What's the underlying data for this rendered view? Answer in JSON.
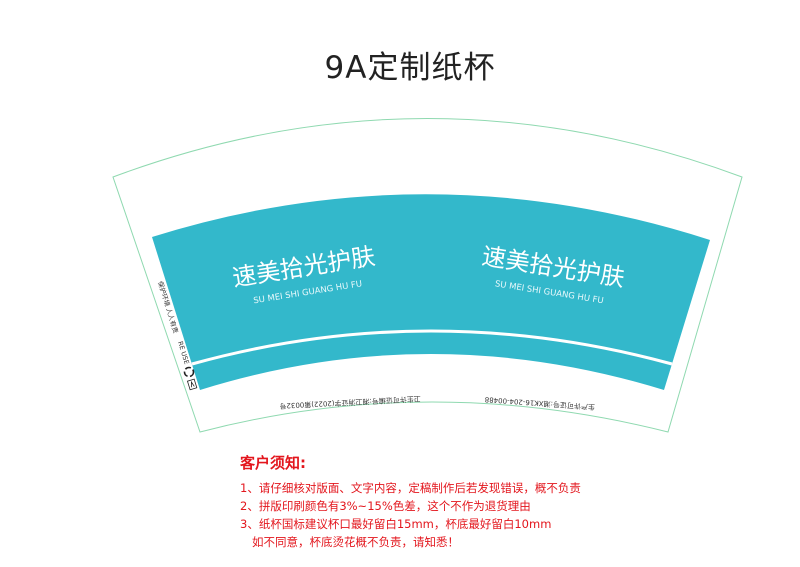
{
  "title": "9A定制纸杯",
  "cup": {
    "brand_cn": "速美拾光护肤",
    "brand_en": "SU MEI SHI GUANG HU FU",
    "side_slogan": "保护环境 人人有责",
    "reuse_label": "RE USE",
    "hygiene_license": "卫生许可证编号:湘卫消证字(2022)第0032号",
    "production_license": "生产许可证号:湘XK16-204-00488",
    "band_color": "#33b8cb",
    "outline_color": "#8fd9b0"
  },
  "notice": {
    "heading": "客户须知:",
    "lines": [
      "1、请仔细核对版面、文字内容，定稿制作后若发现错误，概不负责",
      "2、拼版印刷颜色有3%~15%色差，这个不作为退货理由",
      "3、纸杯国标建议杯口最好留白15mm，杯底最好留白10mm",
      "如不同意，杯底烫花概不负责，请知悉！"
    ]
  }
}
